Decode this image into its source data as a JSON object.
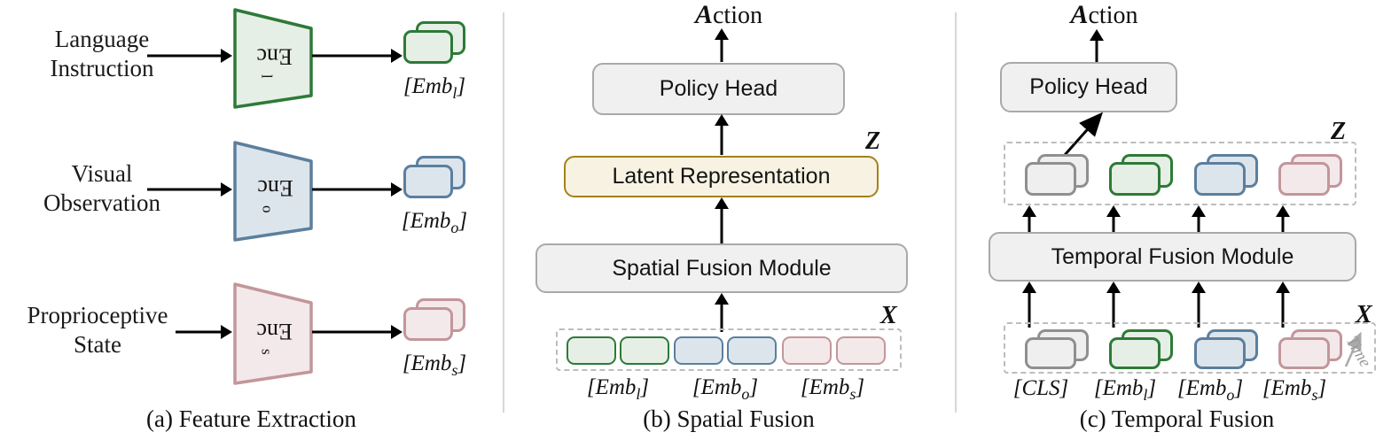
{
  "figure": {
    "panels": [
      {
        "id": "a",
        "caption": "(a) Feature Extraction",
        "rows": [
          {
            "input_line1": "Language",
            "input_line2": "Instruction",
            "encoder_name": "Enc",
            "encoder_sub": "l",
            "output_label": "[Emb",
            "output_sub": "l",
            "output_tail": "]",
            "color_border": "#2d7a37",
            "color_fill": "#e6efe5"
          },
          {
            "input_line1": "Visual",
            "input_line2": "Observation",
            "encoder_name": "Enc",
            "encoder_sub": "o",
            "output_label": "[Emb",
            "output_sub": "o",
            "output_tail": "]",
            "color_border": "#5b7f9e",
            "color_fill": "#dde5ec"
          },
          {
            "input_line1": "Proprioceptive",
            "input_line2": "State",
            "encoder_name": "Enc",
            "encoder_sub": "s",
            "output_label": "[Emb",
            "output_sub": "s",
            "output_tail": "]",
            "color_border": "#c2969a",
            "color_fill": "#f4e9ea"
          }
        ]
      },
      {
        "id": "b",
        "caption": "(b) Spatial Fusion",
        "action_big": "A",
        "action_rest": "ction",
        "policy_head": "Policy Head",
        "latent": "Latent Representation",
        "latent_var": "Z",
        "fusion_module": "Spatial Fusion Module",
        "input_var": "X",
        "chips": [
          {
            "color_border": "#2d7a37",
            "color_fill": "#e6efe5"
          },
          {
            "color_border": "#2d7a37",
            "color_fill": "#e6efe5"
          },
          {
            "color_border": "#5b7f9e",
            "color_fill": "#dde5ec"
          },
          {
            "color_border": "#5b7f9e",
            "color_fill": "#dde5ec"
          },
          {
            "color_border": "#c2969a",
            "color_fill": "#f4e9ea"
          },
          {
            "color_border": "#c2969a",
            "color_fill": "#f4e9ea"
          }
        ],
        "chip_labels": [
          {
            "head": "[Emb",
            "sub": "l",
            "tail": "]"
          },
          {
            "head": "[Emb",
            "sub": "o",
            "tail": "]"
          },
          {
            "head": "[Emb",
            "sub": "s",
            "tail": "]"
          }
        ]
      },
      {
        "id": "c",
        "caption": "(c) Temporal Fusion",
        "action_big": "A",
        "action_rest": "ction",
        "policy_head": "Policy Head",
        "latent_var": "Z",
        "fusion_module": "Temporal Fusion Module",
        "input_var": "X",
        "time_label": "Time",
        "z_tokens": [
          {
            "color_border": "#8f8f8f",
            "color_fill": "#efefef"
          },
          {
            "color_border": "#2d7a37",
            "color_fill": "#e6efe5"
          },
          {
            "color_border": "#5b7f9e",
            "color_fill": "#dde5ec"
          },
          {
            "color_border": "#c2969a",
            "color_fill": "#f4e9ea"
          }
        ],
        "x_tokens": [
          {
            "color_border": "#8f8f8f",
            "color_fill": "#efefef",
            "head": "[CLS",
            "sub": "",
            "tail": "]"
          },
          {
            "color_border": "#2d7a37",
            "color_fill": "#e6efe5",
            "head": "[Emb",
            "sub": "l",
            "tail": "]"
          },
          {
            "color_border": "#5b7f9e",
            "color_fill": "#dde5ec",
            "head": "[Emb",
            "sub": "o",
            "tail": "]"
          },
          {
            "color_border": "#c2969a",
            "color_fill": "#f4e9ea",
            "head": "[Emb",
            "sub": "s",
            "tail": "]"
          }
        ]
      }
    ],
    "colors": {
      "green_border": "#2d7a37",
      "green_fill": "#e6efe5",
      "blue_border": "#5b7f9e",
      "blue_fill": "#dde5ec",
      "pink_border": "#c2969a",
      "pink_fill": "#f4e9ea",
      "gray_border": "#8f8f8f",
      "gray_fill": "#efefef",
      "gold_border": "#a3811a",
      "gold_fill": "#f7f2e2",
      "module_border": "#a9a9a9",
      "module_fill": "#f0f0f0",
      "divider": "#d7d7d7"
    }
  }
}
